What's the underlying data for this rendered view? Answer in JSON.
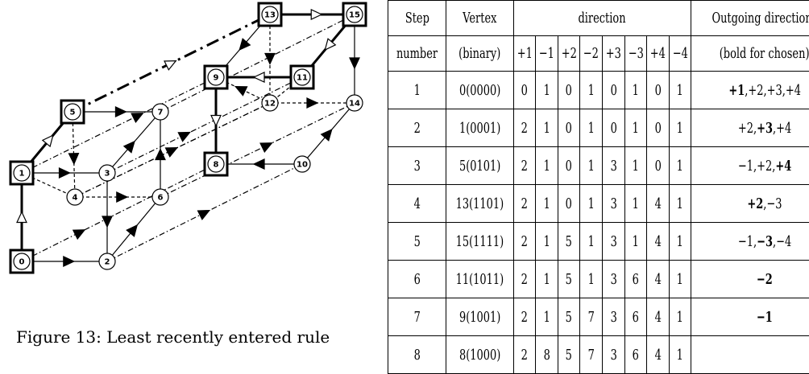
{
  "caption": "Figure 13: Least recently entered rule",
  "graph": {
    "vertices": [
      "0",
      "1",
      "2",
      "3",
      "4",
      "5",
      "6",
      "7",
      "8",
      "9",
      "10",
      "11",
      "12",
      "13",
      "14",
      "15"
    ],
    "boxed_vertices": [
      "0",
      "1",
      "5",
      "8",
      "9",
      "11",
      "13",
      "15"
    ]
  },
  "table": {
    "header": {
      "step_line1": "Step",
      "step_line2": "number",
      "vertex_line1": "Vertex",
      "vertex_line2": "(binary)",
      "direction": "direction",
      "dirs": [
        "+1",
        "−1",
        "+2",
        "−2",
        "+3",
        "−3",
        "+4",
        "−4"
      ],
      "outgoing_line1": "Outgoing directions",
      "outgoing_line2": "(bold for chosen)"
    },
    "rows": [
      {
        "step": "1",
        "vertex": "0(0000)",
        "values": [
          "0",
          "1",
          "0",
          "1",
          "0",
          "1",
          "0",
          "1"
        ],
        "outgoing": [
          {
            "t": "+1",
            "b": true
          },
          {
            "t": ",+2,+3,+4",
            "b": false
          }
        ]
      },
      {
        "step": "2",
        "vertex": "1(0001)",
        "values": [
          "2",
          "1",
          "0",
          "1",
          "0",
          "1",
          "0",
          "1"
        ],
        "outgoing": [
          {
            "t": "+2,",
            "b": false
          },
          {
            "t": "+3",
            "b": true
          },
          {
            "t": ",+4",
            "b": false
          }
        ]
      },
      {
        "step": "3",
        "vertex": "5(0101)",
        "values": [
          "2",
          "1",
          "0",
          "1",
          "3",
          "1",
          "0",
          "1"
        ],
        "outgoing": [
          {
            "t": "−1,+2,",
            "b": false
          },
          {
            "t": "+4",
            "b": true
          }
        ]
      },
      {
        "step": "4",
        "vertex": "13(1101)",
        "values": [
          "2",
          "1",
          "0",
          "1",
          "3",
          "1",
          "4",
          "1"
        ],
        "outgoing": [
          {
            "t": "+2",
            "b": true
          },
          {
            "t": ",−3",
            "b": false
          }
        ]
      },
      {
        "step": "5",
        "vertex": "15(1111)",
        "values": [
          "2",
          "1",
          "5",
          "1",
          "3",
          "1",
          "4",
          "1"
        ],
        "outgoing": [
          {
            "t": "−1,",
            "b": false
          },
          {
            "t": "−3",
            "b": true
          },
          {
            "t": ",−4",
            "b": false
          }
        ]
      },
      {
        "step": "6",
        "vertex": "11(1011)",
        "values": [
          "2",
          "1",
          "5",
          "1",
          "3",
          "6",
          "4",
          "1"
        ],
        "outgoing": [
          {
            "t": "−2",
            "b": true
          }
        ]
      },
      {
        "step": "7",
        "vertex": "9(1001)",
        "values": [
          "2",
          "1",
          "5",
          "7",
          "3",
          "6",
          "4",
          "1"
        ],
        "outgoing": [
          {
            "t": "−1",
            "b": true
          }
        ]
      },
      {
        "step": "8",
        "vertex": "8(1000)",
        "values": [
          "2",
          "8",
          "5",
          "7",
          "3",
          "6",
          "4",
          "1"
        ],
        "outgoing": []
      }
    ]
  }
}
